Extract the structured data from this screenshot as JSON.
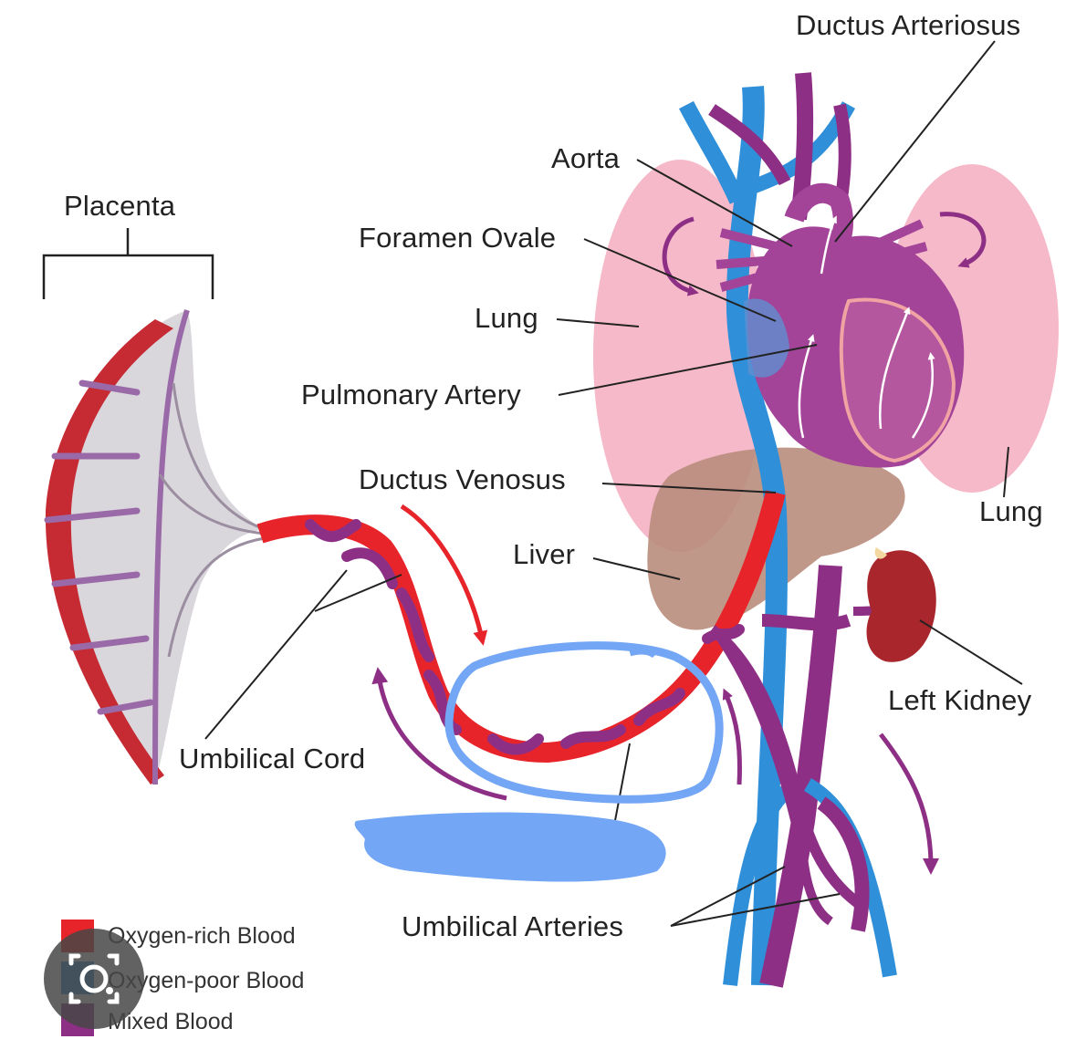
{
  "colors": {
    "oxygen_rich": "#e8242b",
    "oxygen_poor": "#2f8fd8",
    "mixed": "#8e2f86",
    "lung": "#f6b9c9",
    "liver": "#b98d7c",
    "kidney": "#a8262c",
    "annotation": "#73a6f5"
  },
  "labels": {
    "placenta": "Placenta",
    "ductus_arteriosus": "Ductus Arteriosus",
    "aorta": "Aorta",
    "foramen_ovale": "Foramen Ovale",
    "lung_right": "Lung",
    "pulmonary_artery": "Pulmonary Artery",
    "ductus_venosus": "Ductus Venosus",
    "liver": "Liver",
    "lung_left": "Lung",
    "umbilical_cord": "Umbilical Cord",
    "left_kidney": "Left Kidney",
    "umbilical_arteries": "Umbilical Arteries"
  },
  "legend": [
    {
      "label": "Oxygen-rich Blood",
      "color": "#e8242b"
    },
    {
      "label": "Oxygen-poor Blood",
      "color": "#2f8fd8"
    },
    {
      "label": "Mixed Blood",
      "color": "#8e2f86"
    }
  ],
  "icons": {
    "lens": "visual-search-icon"
  }
}
